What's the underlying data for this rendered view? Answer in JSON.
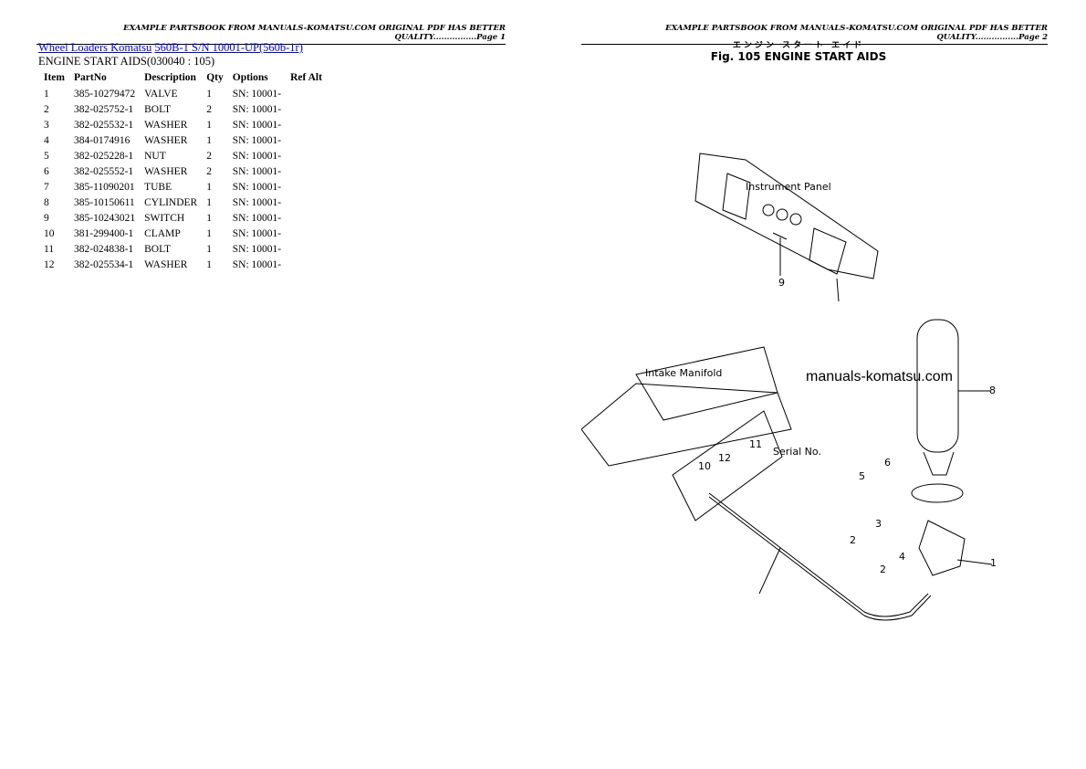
{
  "header": {
    "left": "EXAMPLE PARTSBOOK FROM MANUALS-KOMATSU.COM ORIGINAL PDF HAS BETTER QUALITY................Page 1",
    "right": "EXAMPLE PARTSBOOK FROM MANUALS-KOMATSU.COM ORIGINAL PDF HAS BETTER QUALITY................Page 2"
  },
  "breadcrumb": {
    "link1": "Wheel Loaders Komatsu",
    "link2": "560B-1 S/N 10001-UP(560b-1r)"
  },
  "section_title": "ENGINE START AIDS(030040 : 105)",
  "table": {
    "headers": [
      "Item",
      "PartNo",
      "Description",
      "Qty",
      "Options",
      "Ref Alt"
    ],
    "rows": [
      [
        "1",
        "385-10279472",
        "VALVE",
        "1",
        "SN: 10001-"
      ],
      [
        "2",
        "382-025752-1",
        "BOLT",
        "2",
        "SN: 10001-"
      ],
      [
        "3",
        "382-025532-1",
        "WASHER",
        "1",
        "SN: 10001-"
      ],
      [
        "4",
        "384-0174916",
        "WASHER",
        "1",
        "SN: 10001-"
      ],
      [
        "5",
        "382-025228-1",
        "NUT",
        "2",
        "SN: 10001-"
      ],
      [
        "6",
        "382-025552-1",
        "WASHER",
        "2",
        "SN: 10001-"
      ],
      [
        "7",
        "385-11090201",
        "TUBE",
        "1",
        "SN: 10001-"
      ],
      [
        "8",
        "385-10150611",
        "CYLINDER",
        "1",
        "SN: 10001-"
      ],
      [
        "9",
        "385-10243021",
        "SWITCH",
        "1",
        "SN: 10001-"
      ],
      [
        "10",
        "381-299400-1",
        "CLAMP",
        "1",
        "SN: 10001-"
      ],
      [
        "11",
        "382-024838-1",
        "BOLT",
        "1",
        "SN: 10001-"
      ],
      [
        "12",
        "382-025534-1",
        "WASHER",
        "1",
        "SN: 10001-"
      ]
    ]
  },
  "figure": {
    "title_jp": "エンジン スタート エイド",
    "title": "Fig. 105 ENGINE START AIDS",
    "watermark": "manuals-komatsu.com",
    "labels_drawing": {
      "panel": "Instrument Panel",
      "manifold": "Intake Manifold",
      "serial": "Serial No."
    },
    "callouts": [
      "9",
      "8",
      "11",
      "12",
      "10",
      "6",
      "5",
      "3",
      "2",
      "4",
      "2",
      "1"
    ]
  }
}
